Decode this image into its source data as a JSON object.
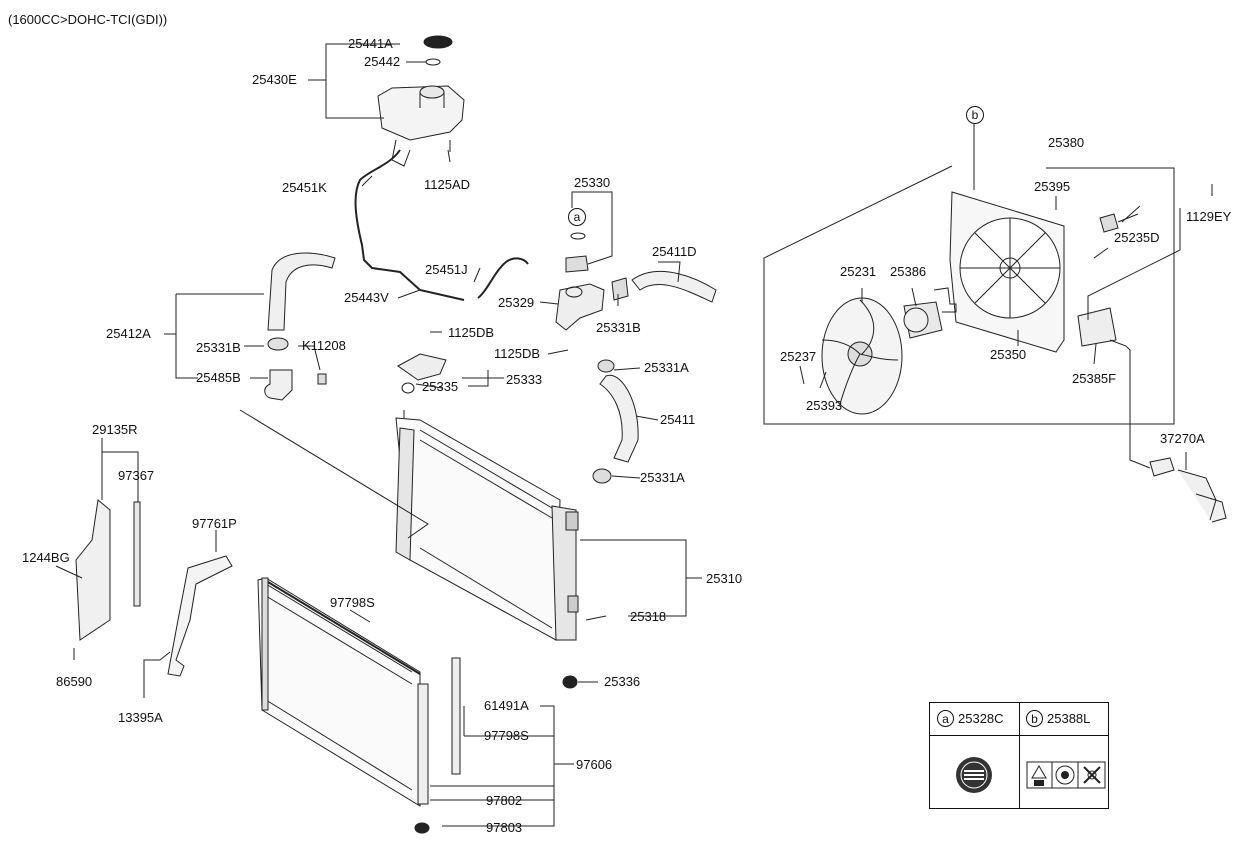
{
  "header": {
    "engine": "(1600CC>DOHC-TCI(GDI))"
  },
  "callouts": {
    "a": "a",
    "b": "b"
  },
  "parts": {
    "p25441A": "25441A",
    "p25442": "25442",
    "p25430E": "25430E",
    "p1125AD": "1125AD",
    "p25451K": "25451K",
    "p25451J": "25451J",
    "p25443V": "25443V",
    "p25412A": "25412A",
    "p25331B_left": "25331B",
    "pK11208": "K11208",
    "p25485B": "25485B",
    "p25330": "25330",
    "p25411D": "25411D",
    "p25329": "25329",
    "p25331B_right": "25331B",
    "p1125DB_top": "1125DB",
    "p1125DB_mid": "1125DB",
    "p25331A_top": "25331A",
    "p25335": "25335",
    "p25333": "25333",
    "p25411": "25411",
    "p25331A_bot": "25331A",
    "p25310": "25310",
    "p25318": "25318",
    "p25336": "25336",
    "p29135R": "29135R",
    "p97367": "97367",
    "p1244BG": "1244BG",
    "p86590": "86590",
    "p97761P": "97761P",
    "p13395A": "13395A",
    "p97798S_top": "97798S",
    "p61491A": "61491A",
    "p97798S_bot": "97798S",
    "p97606": "97606",
    "p97802": "97802",
    "p97803": "97803",
    "p25380": "25380",
    "p25395": "25395",
    "p25235D": "25235D",
    "p1129EY": "1129EY",
    "p25231": "25231",
    "p25386": "25386",
    "p25350": "25350",
    "p25237": "25237",
    "p25393": "25393",
    "p25385F": "25385F",
    "p37270A": "37270A"
  },
  "legend": {
    "a_letter": "a",
    "a_part": "25328C",
    "b_letter": "b",
    "b_part": "25388L"
  }
}
